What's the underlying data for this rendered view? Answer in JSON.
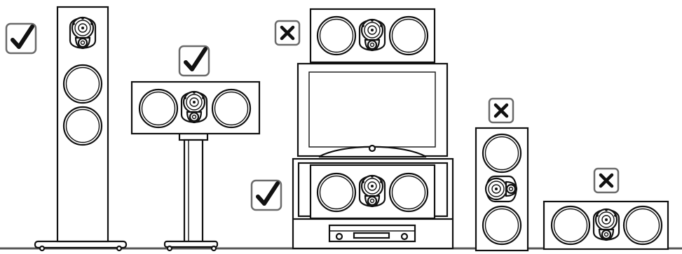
{
  "colors": {
    "line": "#111111",
    "badge_border": "#6b6b6b",
    "floor": "#555555",
    "background": "#ffffff"
  },
  "placements": [
    {
      "id": "floorstanding-tower",
      "status": "approved",
      "icon": "check-mark-icon"
    },
    {
      "id": "center-on-stand",
      "status": "approved",
      "icon": "check-mark-icon"
    },
    {
      "id": "center-on-tv",
      "status": "not-recommended",
      "icon": "cross-mark-icon"
    },
    {
      "id": "center-in-cabinet",
      "status": "approved",
      "icon": "check-mark-icon"
    },
    {
      "id": "center-vertical",
      "status": "not-recommended",
      "icon": "cross-mark-icon"
    },
    {
      "id": "center-on-floor",
      "status": "not-recommended",
      "icon": "cross-mark-icon"
    }
  ]
}
